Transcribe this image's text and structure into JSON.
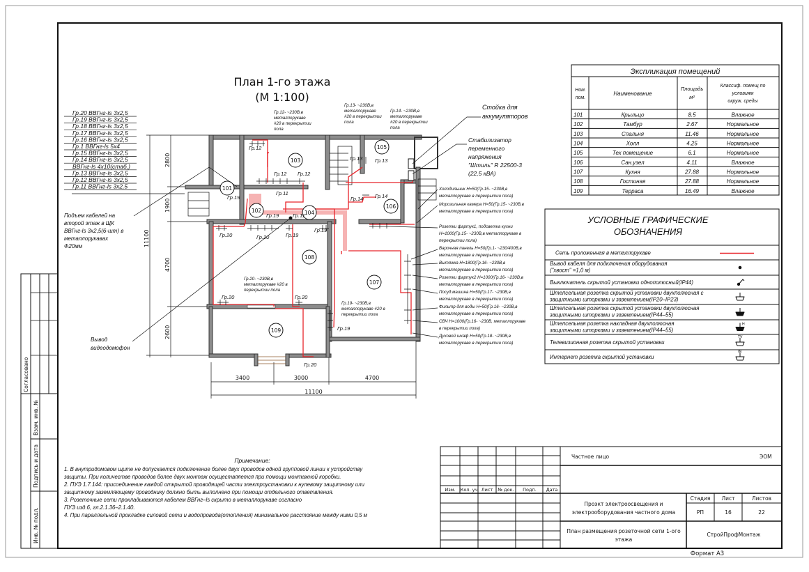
{
  "plan": {
    "title": "План 1-го этажа",
    "scale": "(М 1:100)",
    "cable_list": [
      "Гр.20  ВВГнг-ls  3х2,5",
      "Гр.19  ВВГнг-ls  3х2,5",
      "Гр.18  ВВГнг-ls  3х2,5",
      "Гр.17  ВВГнг-ls  3х2,5",
      "Гр.16  ВВГнг-ls  3х2,5",
      "Гр.1  ВВГнг-ls  5х4",
      "Гр.15  ВВГнг-ls  3х2,5",
      "Гр.14  ВВГнг-ls  3х2,5",
      "ВВГнг-ls  4х10(стаб.)",
      "Гр.13  ВВГнг-ls  3х2,5",
      "Гр.12  ВВГнг-ls  3х2,5",
      "Гр.11  ВВГнг-ls  3х2,5"
    ],
    "rooms": [
      "101",
      "102",
      "103",
      "104",
      "105",
      "106",
      "107",
      "108",
      "109"
    ],
    "dims": {
      "d2800": "2800",
      "d1900": "1900",
      "d4700v": "4700",
      "d2600": "2600",
      "total_v": "11100",
      "d3400": "3400",
      "d3000": "3000",
      "d4700h": "4700",
      "total_h": "11100"
    },
    "groups": {
      "g12a": "Гр.12",
      "g12b": "Гр.12",
      "g12c": "Гр.12",
      "g11a": "Гр.11",
      "g11b": "Гр.11",
      "g13a": "Гр.13",
      "g13b": "Гр.13",
      "g14a": "Гр.14",
      "g14b": "Гр.14",
      "g19a": "Гр.19",
      "g19b": "Гр.19",
      "g19c": "Гр.19",
      "g19d": "Гр.19",
      "g19e": "Гр.19",
      "g20a": "Гр.20",
      "g20b": "Гр.20",
      "g20c": "Гр.20",
      "g20d": "Гр.20",
      "g20e": "Гр.20"
    },
    "notes_top": {
      "gr12": [
        "Гр.12- ~230В,в",
        "металлорукаве",
        "#20  в  перекрытии",
        "пола"
      ],
      "gr13": [
        "Гр.13- ~230В,в",
        "металлорукаве",
        "#20  в  перекрытии",
        "пола"
      ],
      "gr14": [
        "Гр.14- ~230В,в",
        "металлорукаве",
        "#20  в  перекрытии",
        "пола"
      ],
      "gr20": [
        "Гр.20- ~230В,в",
        "металлорукаве #20  в",
        "перекрытии  пола"
      ],
      "gr19": [
        "Гр.19- ~230В,в",
        "металлорукаве #20  в",
        "перекрытии  пола"
      ]
    },
    "battery_rack": [
      "Стойка для",
      "аккумуляторов"
    ],
    "stabilizer": [
      "Стабилизатор",
      "переменного",
      "напряжения",
      "\"Штиль\" R 22500-3",
      "(22,5 кВА)"
    ],
    "cable_rise": [
      "Подъем кабелей на",
      "второй этаж в ЩК",
      "ВВГнг-ls 3х2,5(6-шт) в",
      "металлорукавах",
      "Ф20мм"
    ],
    "intercom": [
      "Вывод",
      "видеодомофон"
    ],
    "equipment": [
      [
        "Холодильник Н=50(Гр.15- ~230В,в",
        "металлорукаве в перекрытии пола)"
      ],
      [
        "Морозильная камера Н=50(Гр.15- ~230В,в",
        "металлорукаве в перекрытии пола)"
      ],
      [
        "Розетки фартук1, подсветка кухни",
        "Н=1000(Гр.15- ~230В,в металлорукаве в",
        "перекрытии пола)"
      ],
      [
        "Варочная панель Н=50(Гр.1- ~230/400В,в",
        "металлорукаве в перекрытии пола)"
      ],
      [
        "Вытяжка Н=1800(Гр.16- ~230В,в",
        "металлорукаве в перекрытии пола)"
      ],
      [
        "Розетки фартук2 Н=1000(Гр.16- ~230В,в",
        "металлорукаве в перекрытии пола)"
      ],
      [
        "Посуд.машина Н=50(Гр.17- ~230В,в",
        "металлорукаве в перекрытии пола)"
      ],
      [
        "Фильтр для воды Н=50(Гр.16- ~230В,в",
        "металлорукаве в перекрытии пола)"
      ],
      [
        "СВЧ Н=1000(Гр.16- ~230В, металлорукаве",
        "в перекрытии пола)"
      ],
      [
        "Духовой шкаф Н=50(Гр.18- ~230В,в",
        "металлорукаве в перекрытии пола)"
      ]
    ]
  },
  "explication": {
    "title": "Экспликация  помещений",
    "headers": {
      "num": [
        "Ном.",
        "пом."
      ],
      "name": "Наименование",
      "area": [
        "Площадь",
        "м²"
      ],
      "class": [
        "Классиф. помещ по",
        "условиям",
        "окруж. среды"
      ]
    },
    "rows": [
      [
        "101",
        "Крыльцо",
        "8.5",
        "Влажное"
      ],
      [
        "102",
        "Тамбур",
        "2.67",
        "Нормальное"
      ],
      [
        "103",
        "Спальня",
        "11.46",
        "Нормальное"
      ],
      [
        "104",
        "Холл",
        "4.25",
        "Нормальное"
      ],
      [
        "105",
        "Тех помещение",
        "6.1",
        "Нормальное"
      ],
      [
        "106",
        "Сан.узел",
        "4.11",
        "Влажное"
      ],
      [
        "107",
        "Кухня",
        "27.88",
        "Нормальное"
      ],
      [
        "108",
        "Гостиная",
        "27.88",
        "Нормальное"
      ],
      [
        "109",
        "Терраса",
        "16.49",
        "Влажное"
      ]
    ]
  },
  "legend": {
    "title": [
      "УСЛОВНЫЕ  ГРАФИЧЕСКИЕ",
      "ОБОЗНАЧЕНИЯ"
    ],
    "items": [
      {
        "lines": [
          "Сеть  проложенная  в  металлорукаве"
        ],
        "symbol": "red-line"
      },
      {
        "lines": [
          "Вывод  кабеля   для  подключения  оборудования",
          "(\"хвост\"  =1,0  м)"
        ],
        "symbol": "dot"
      },
      {
        "lines": [
          "Выключатель  скрытой  установки однополюсный(IP44)"
        ],
        "symbol": "switch"
      },
      {
        "lines": [
          "Штепсельная  розетка  скрытой  установки  двухполюсная   с",
          "защитными  шторками  и  заземлением(IP20–IP23)"
        ],
        "symbol": "socket"
      },
      {
        "lines": [
          "Штепсельная  розетка  скрытой  установки  двухполюсная",
          "защитными  шторками  и  заземлением(IP44–55)"
        ],
        "symbol": "socket-filled"
      },
      {
        "lines": [
          "Штепсельная  розетка  накладная  двухполюсная",
          "защитными  шторками  и  заземлением(IP44–55)"
        ],
        "symbol": "socket-surface"
      },
      {
        "lines": [
          "Телевизионная  розетка  скрытой  установки"
        ],
        "symbol": "tv-socket",
        "tag": "TV"
      },
      {
        "lines": [
          "Интернет  розетка  скрытой  установки"
        ],
        "symbol": "internet-socket",
        "tag": "IN"
      }
    ],
    "red": "#e8242a"
  },
  "notes": {
    "title": "Примечание:",
    "lines": [
      "1.  В  внутридомовом  щите  не  допускается  подключение  более  двух  проводов  одной  групповой  линии  к  устройству",
      "защиты.  При  количестве  проводов  более  двух  монтаж  осуществляется  при  помощи  монтажной  коробки.",
      "2.  ПУЭ  1.7.144:   присоединение  каждой  открытой  проводящей  части  электроустановки  к  нулевому  защитному  или",
      "защитному  заземляющему  проводнику  должно  быть  выполнено  при  помощи  отдельного  ответвления.",
      "3.  Розеточные  сети  прокладываются  кабелем  ВВГнг–ls  скрыто  в  металлорукаве  согласно",
      "ПУЭ  изд.6,   гл.2.1.36–2.1.40.",
      "4.  При  параллельной  прокладке  силовой  сети  и  водопровода(отопления)  минимальное  расстояние  между  ними  0,5  м"
    ]
  },
  "title_block": {
    "cols": [
      "Изм.",
      "Кол. уч",
      "Лист",
      "№ док.",
      "Подп.",
      "Дата"
    ],
    "customer": "Частное лицо",
    "code": "ЭОМ",
    "project": [
      "Проэкт  электроосвещения  и",
      "электрооборудования  частного  дома"
    ],
    "stage_label": "Стадия",
    "sheet_label": "Лист",
    "sheets_label": "Листов",
    "stage": "РП",
    "sheet": "16",
    "sheets": "22",
    "drawing": [
      "План  размещения  розеточной  сети  1-ого",
      "этажа"
    ],
    "company": "СтройПрофМонтаж",
    "format": "Формат  А3"
  },
  "side_stamp": {
    "agreed": "Согласовано",
    "inv_replace": "Взам. инв. №",
    "sign_date": "Подпись и дата",
    "inv_orig": "Инв. № подл."
  }
}
